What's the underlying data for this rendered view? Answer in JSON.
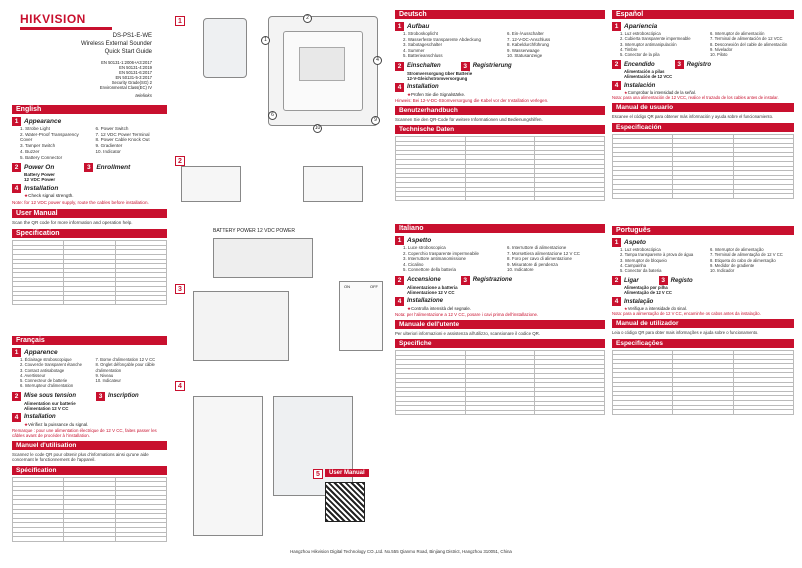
{
  "brand": "HIKVISION",
  "model": "DS-PS1-E-WE",
  "product": "Wireless External Sounder",
  "guide_title": "Quick Start Guide",
  "standards": [
    "EN 50131-1:2006+A3:2017",
    "EN 50131-4:2019",
    "EN 50131-6:2017",
    "EN 50131-5-3:2017",
    "Security Grade(SG) 2",
    "Environmental Class(EC) IV"
  ],
  "brand_mark": "telelinks",
  "english": {
    "lang": "English",
    "appearance": "Appearance",
    "items": [
      "1. Strobe Light",
      "2. Water-Proof Transparency Cover",
      "3. Tamper Switch",
      "4. Buzzer",
      "5. Battery Connector",
      "6. Power Switch",
      "7. 12 VDC Power Terminal",
      "8. Power Cable Knock Out",
      "9. Gradienter",
      "10. Indicator"
    ],
    "power_on": "Power On",
    "enrollment": "Enrollment",
    "battery_power": "Battery Power",
    "dc_power": "12 VDC Power",
    "installation": "Installation",
    "check_signal": "Check signal strength.",
    "note": "Note: for 12 VDC power supply, route the cables before installation.",
    "user_manual": "User Manual",
    "scan": "Scan the QR code for more information and operation help.",
    "specification": "Specification"
  },
  "francais": {
    "lang": "Français",
    "appearance": "Apparence",
    "items": [
      "1. Éclairage stroboscopique",
      "2. Couvercle transparent étanche",
      "3. Contact antisabotage",
      "4. Avertisseur",
      "5. Connecteur de batterie",
      "6. Interrupteur d'alimentation",
      "7. Borne d'alimentation 12 V CC",
      "8. Onglet défonçable pour câble d'alimentation",
      "9. Niveau",
      "10. Indicateur"
    ],
    "power_on": "Mise sous tension",
    "enrollment": "Inscription",
    "battery_power": "Alimentation sur batterie",
    "dc_power": "Alimentation 12 V CC",
    "installation": "Installation",
    "check_signal": "Vérifiez la puissance du signal.",
    "note": "Remarque : pour une alimentation électrique de 12 V CC, faites passer les câbles avant de procéder à l'installation.",
    "user_manual": "Manuel d'utilisation",
    "scan": "Scannez le code QR pour obtenir plus d'informations ainsi qu'une aide concernant le fonctionnement de l'appareil.",
    "specification": "Spécification"
  },
  "deutsch": {
    "lang": "Deutsch",
    "appearance": "Aufbau",
    "items": [
      "1. Stroboskoplicht",
      "2. Wasserfeste transparente Abdeckung",
      "3. Sabotageschalter",
      "4. Summer",
      "5. Batterieanschluss",
      "6. Ein-/Ausschalter",
      "7. 12-V-DC-Anschluss",
      "8. Kabeldurchführung",
      "9. Wasserwaage",
      "10. Statusanzeige"
    ],
    "power_on": "Einschalten",
    "enrollment": "Registrierung",
    "battery_power": "Stromversorgung über Batterie",
    "dc_power": "12-V-Gleichstromversorgung",
    "installation": "Installation",
    "check_signal": "Prüfen Sie die Signalstärke.",
    "note": "Hinweis: Bei 12-V-DC-Stromversorgung die Kabel vor der Installation verlegen.",
    "user_manual": "Benutzerhandbuch",
    "scan": "Scannen Sie den QR-Code für weitere Informationen und Bedienungshilfen.",
    "specification": "Technische Daten"
  },
  "italiano": {
    "lang": "Italiano",
    "appearance": "Aspetto",
    "items": [
      "1. Luce stroboscopica",
      "2. Coperchio trasparente impermeabile",
      "3. Interruttore antimanomissione",
      "4. Cicalino",
      "5. Connettore della batteria",
      "6. Interruttore di alimentazione",
      "7. Morsettiera alimentazione 12 V CC",
      "8. Foro per cavo di alimentazione",
      "9. Misuratore di pendenza",
      "10. Indicatore"
    ],
    "power_on": "Accensione",
    "enrollment": "Registrazione",
    "battery_power": "Alimentazione a batteria",
    "dc_power": "Alimentazione 12 V CC",
    "installation": "Installazione",
    "check_signal": "Controlla intensità del segnale.",
    "note": "Nota: per l'alimentazione a 12 V CC, posare i cavi prima dell'installazione.",
    "user_manual": "Manuale dell'utente",
    "scan": "Per ulteriori informazioni e assistenza all'utilizzo, scansionare il codice QR.",
    "specification": "Specifiche"
  },
  "espanol": {
    "lang": "Español",
    "appearance": "Apariencia",
    "items": [
      "1. Luz estroboscópica",
      "2. Cubierta transparente impermeable",
      "3. Interruptor antimanipulación",
      "4. Timbre",
      "5. Conector de la pila",
      "6. Interruptor de alimentación",
      "7. Terminal de alimentación de 12 VCC",
      "8. Desconexión del cable de alimentación",
      "9. Nivelador",
      "10. Piloto"
    ],
    "power_on": "Encendido",
    "enrollment": "Registro",
    "battery_power": "Alimentación a pilas",
    "dc_power": "Alimentación de 12 VCC",
    "installation": "Instalación",
    "check_signal": "Comprobar la intensidad de la señal.",
    "note": "Nota: para una alimentación de 12 VCC, realice el trazado de los cables antes de instalar.",
    "user_manual": "Manual de usuario",
    "scan": "Escanee el código QR para obtener más información y ayuda sobre el funcionamiento.",
    "specification": "Especificación"
  },
  "portugues": {
    "lang": "Português",
    "appearance": "Aspeto",
    "items": [
      "1. Luz estroboscópica",
      "2. Tampa transparente à prova de água",
      "3. Interruptor de bloqueio",
      "4. Campainha",
      "5. Conector da bateria",
      "6. Interruptor de alimentação",
      "7. Terminal de alimentação de 12 V CC",
      "8. Etiqueta do cabo de alimentação",
      "9. Medidor de gradiente",
      "10. Indicador"
    ],
    "power_on": "Ligar",
    "enrollment": "Registo",
    "battery_power": "Alimentação por pilha",
    "dc_power": "Alimentação de 12 V CC",
    "installation": "Instalação",
    "check_signal": "Verifique a intensidade do sinal.",
    "note": "Nota: para a alimentação de 12 V CC, encaminhe os cabos antes da instalação.",
    "user_manual": "Manual de utilizador",
    "scan": "Leia o código QR para obter mais informações e ajuda sobre o funcionamento.",
    "specification": "Especificações"
  },
  "diagram": {
    "battery_label": "BATTERY POWER 12 VDC POWER",
    "on_label": "ON",
    "off_label": "OFF",
    "user_manual_caption": "User Manual"
  },
  "footer": "Hangzhou Hikvision Digital Technology CO.,Ltd. No.555 Qianmo Road, Binjiang District, Hangzhou 310051, China"
}
